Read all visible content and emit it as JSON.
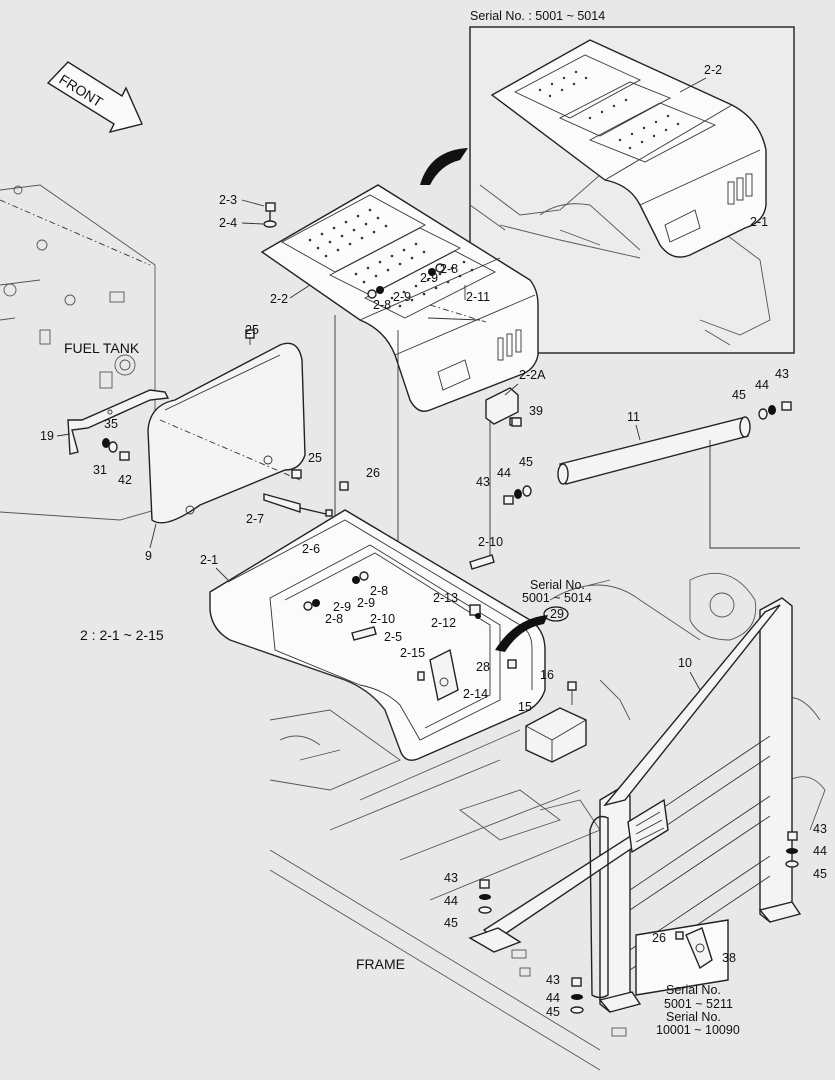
{
  "serial_header": "Serial No. : 5001 ~ 5014",
  "front_label": "FRONT",
  "fuel_tank_label": "FUEL TANK",
  "frame_label": "FRAME",
  "group_note": "2 : 2-1 ~ 2-15",
  "serial_callout_mid": {
    "line1": "Serial No.",
    "line2": "5001 ~ 5014",
    "circle": "29"
  },
  "serial_callout_bottom": {
    "line1": "Serial No.",
    "line2": "5001 ~ 5211",
    "line3": "Serial No.",
    "line4": "10001 ~ 10090"
  },
  "part_labels": {
    "p2_3": "2-3",
    "p2_4": "2-4",
    "p2_2": "2-2",
    "p2_2_inset": "2-2",
    "p2_1_inset": "2-1",
    "p2_8a": "2-8",
    "p2_9a": "2-9",
    "p2_9b": "2-9",
    "p2_8b": "2-8",
    "p2_11": "2-11",
    "p2_2a": "2-2A",
    "p39": "39",
    "p25a": "25",
    "p25b": "25",
    "p35": "35",
    "p19": "19",
    "p31": "31",
    "p42": "42",
    "p26a": "26",
    "p2_7": "2-7",
    "p9": "9",
    "p2_1": "2-1",
    "p2_6": "2-6",
    "p2_10a": "2-10",
    "p2_13": "2-13",
    "p2_12": "2-12",
    "p2_8c": "2-8",
    "p2_9c": "2-9",
    "p2_8d": "2-8",
    "p2_9d": "2-9",
    "p2_10b": "2-10",
    "p2_5": "2-5",
    "p2_15": "2-15",
    "p2_14": "2-14",
    "p28": "28",
    "p16": "16",
    "p15": "15",
    "p10": "10",
    "p11": "11",
    "p45a": "45",
    "p44a": "44",
    "p43a": "43",
    "p45b": "45",
    "p44b": "44",
    "p43b": "43",
    "p43c": "43",
    "p44c": "44",
    "p45c": "45",
    "p43d": "43",
    "p44d": "44",
    "p45d": "45",
    "p43e": "43",
    "p44e": "44",
    "p45e": "45",
    "p26b": "26",
    "p38": "38"
  }
}
